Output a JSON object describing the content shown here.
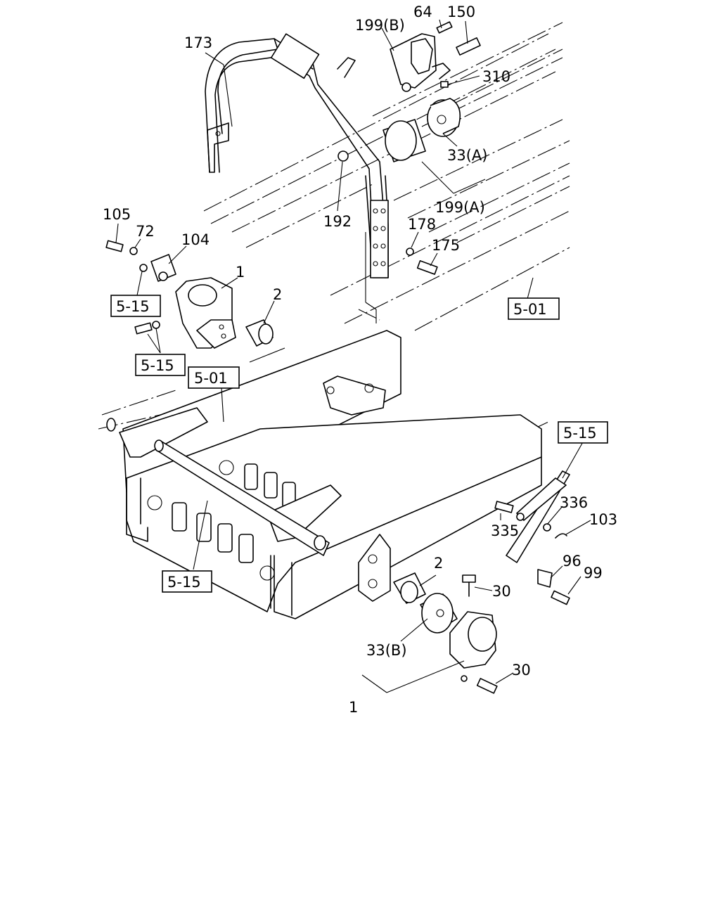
{
  "labels": {
    "l173": "173",
    "l199b": "199(B)",
    "l64": "64",
    "l150": "150",
    "l310": "310",
    "l33a": "33(A)",
    "l199a": "199(A)",
    "l192": "192",
    "l178": "178",
    "l175": "175",
    "l105": "105",
    "l72": "72",
    "l104": "104",
    "l1_top": "1",
    "l2_top": "2",
    "l2_bottom": "2",
    "l30_top": "30",
    "l30_bottom": "30",
    "l33b": "33(B)",
    "l1_bottom": "1",
    "l336": "336",
    "l103": "103",
    "l335": "335",
    "l96": "96",
    "l99": "99"
  },
  "refs": {
    "r515_a": "5-15",
    "r515_b": "5-15",
    "r501_a": "5-01",
    "r501_b": "5-01",
    "r515_c": "5-15",
    "r515_d": "5-15"
  }
}
